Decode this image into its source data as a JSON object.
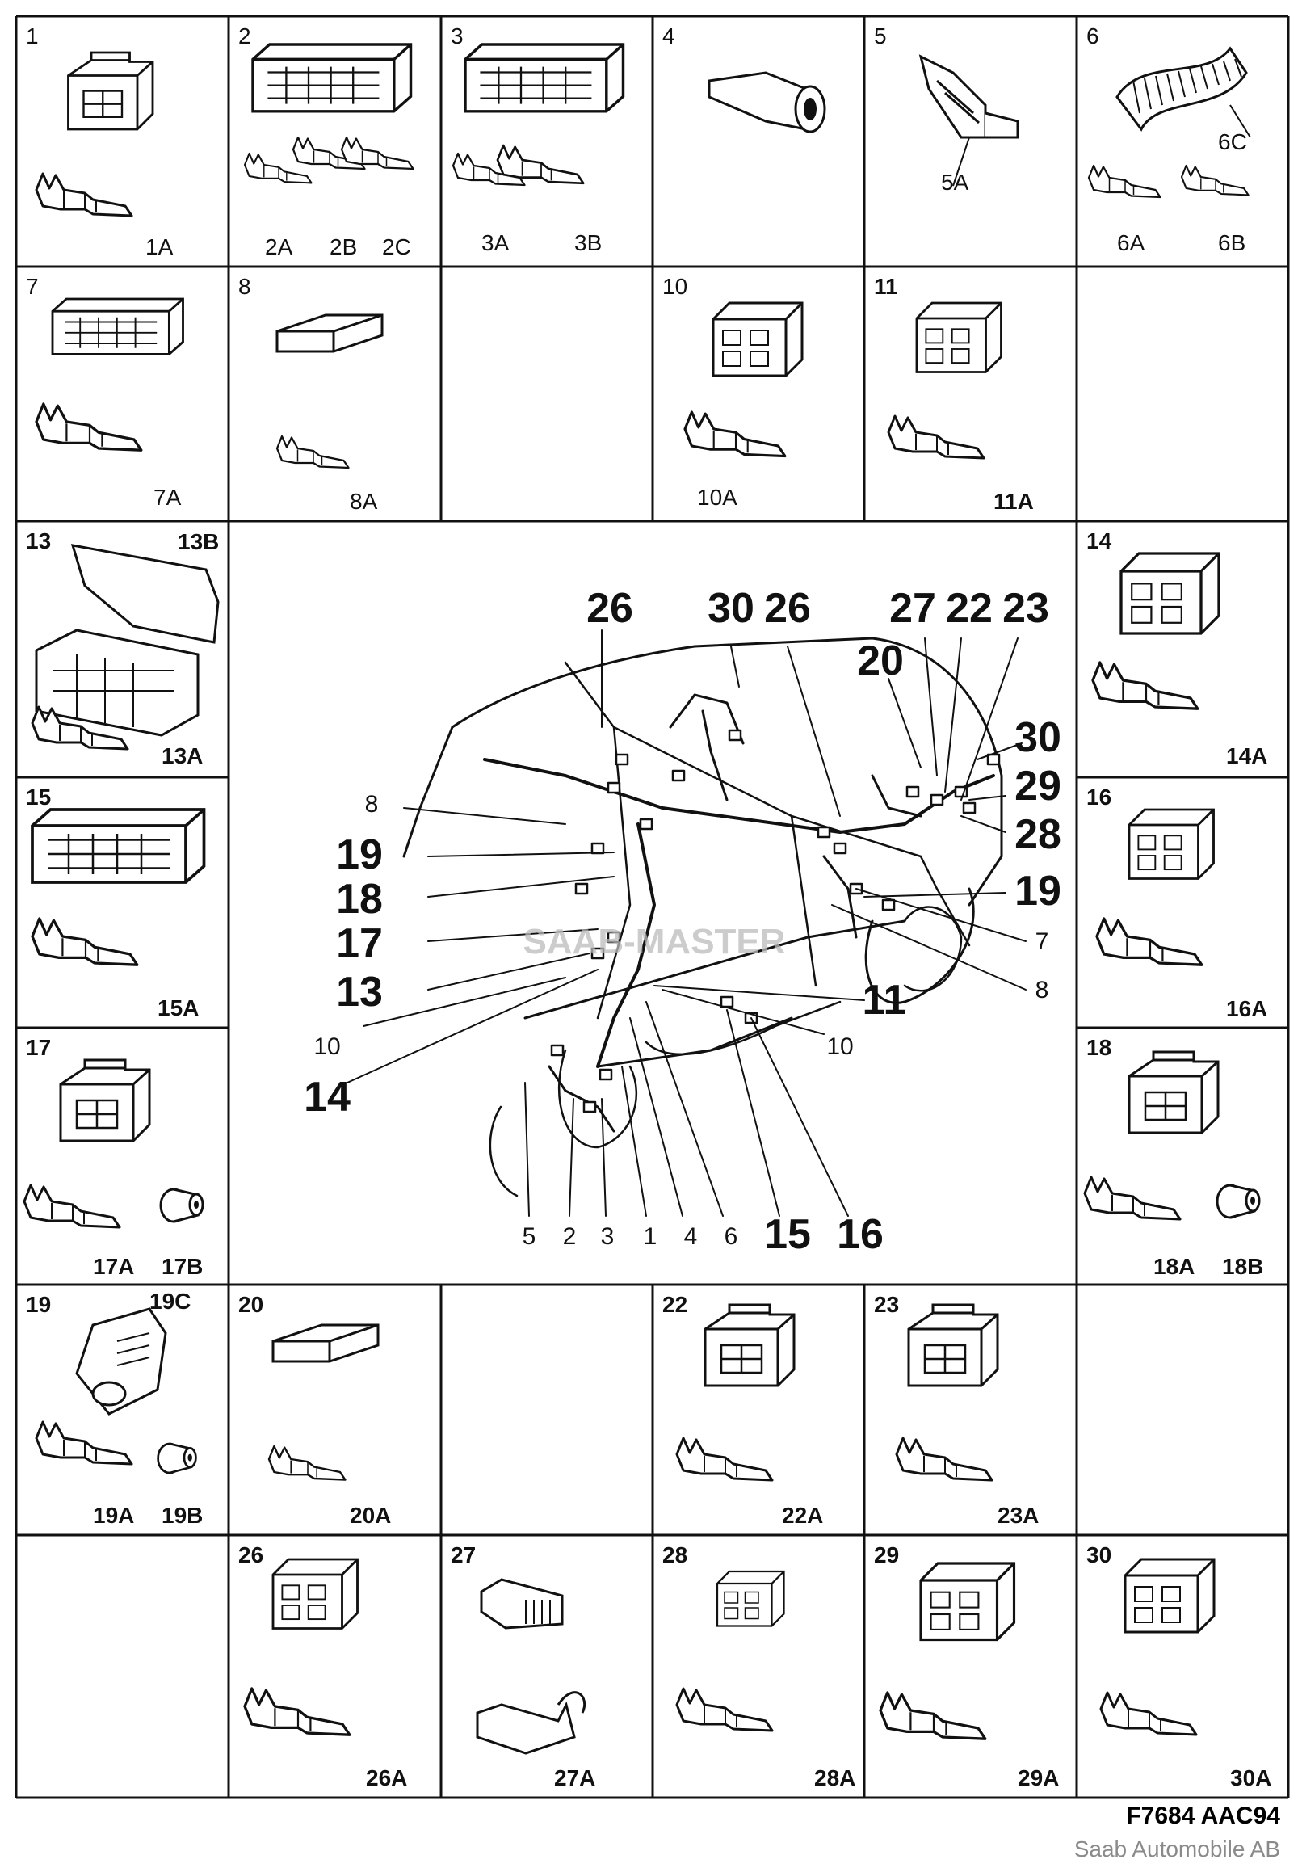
{
  "watermark": "SAAB-MASTER",
  "footer": {
    "code": "F7684 AAC94",
    "company": "Saab Automobile AB"
  },
  "cells": [
    {
      "id": "1",
      "labels": [
        "1A"
      ]
    },
    {
      "id": "2",
      "labels": [
        "2A",
        "2B",
        "2C"
      ]
    },
    {
      "id": "3",
      "labels": [
        "3A",
        "3B"
      ]
    },
    {
      "id": "4",
      "labels": []
    },
    {
      "id": "5",
      "labels": [
        "5A"
      ]
    },
    {
      "id": "6",
      "labels": [
        "6C",
        "6A",
        "6B"
      ]
    },
    {
      "id": "7",
      "labels": [
        "7A"
      ]
    },
    {
      "id": "8",
      "labels": [
        "8A"
      ]
    },
    {
      "id": "",
      "labels": []
    },
    {
      "id": "10",
      "labels": [
        "10A"
      ]
    },
    {
      "id": "11",
      "labels": [
        "11A"
      ]
    },
    {
      "id": "",
      "labels": []
    },
    {
      "id": "13",
      "labels": [
        "13B",
        "13A"
      ]
    },
    {
      "id": "14",
      "labels": [
        "14A"
      ]
    },
    {
      "id": "15",
      "labels": [
        "15A"
      ]
    },
    {
      "id": "16",
      "labels": [
        "16A"
      ]
    },
    {
      "id": "17",
      "labels": [
        "17A",
        "17B"
      ]
    },
    {
      "id": "18",
      "labels": [
        "18A",
        "18B"
      ]
    },
    {
      "id": "19",
      "labels": [
        "19C",
        "19A",
        "19B"
      ]
    },
    {
      "id": "20",
      "labels": [
        "20A"
      ]
    },
    {
      "id": "",
      "labels": []
    },
    {
      "id": "22",
      "labels": [
        "22A"
      ]
    },
    {
      "id": "23",
      "labels": [
        "23A"
      ]
    },
    {
      "id": "",
      "labels": []
    },
    {
      "id": "",
      "labels": []
    },
    {
      "id": "26",
      "labels": [
        "26A"
      ]
    },
    {
      "id": "27",
      "labels": [
        "27A"
      ]
    },
    {
      "id": "28",
      "labels": [
        "28A"
      ]
    },
    {
      "id": "29",
      "labels": [
        "29A"
      ]
    },
    {
      "id": "30",
      "labels": [
        "30A"
      ]
    }
  ],
  "callouts": {
    "c26a": "26",
    "c30t": "30",
    "c26b": "26",
    "c27": "27",
    "c22": "22",
    "c23": "23",
    "c20": "20",
    "c30r": "30",
    "c29": "29",
    "c28": "28",
    "c19r": "19",
    "c7": "7",
    "c8r": "8",
    "c11": "11",
    "c10r": "10",
    "c8l": "8",
    "c19l": "19",
    "c18": "18",
    "c17": "17",
    "c13": "13",
    "c10l": "10",
    "c14": "14",
    "b5": "5",
    "b2": "2",
    "b3": "3",
    "b1": "1",
    "b4": "4",
    "b6": "6",
    "b15": "15",
    "b16": "16"
  }
}
